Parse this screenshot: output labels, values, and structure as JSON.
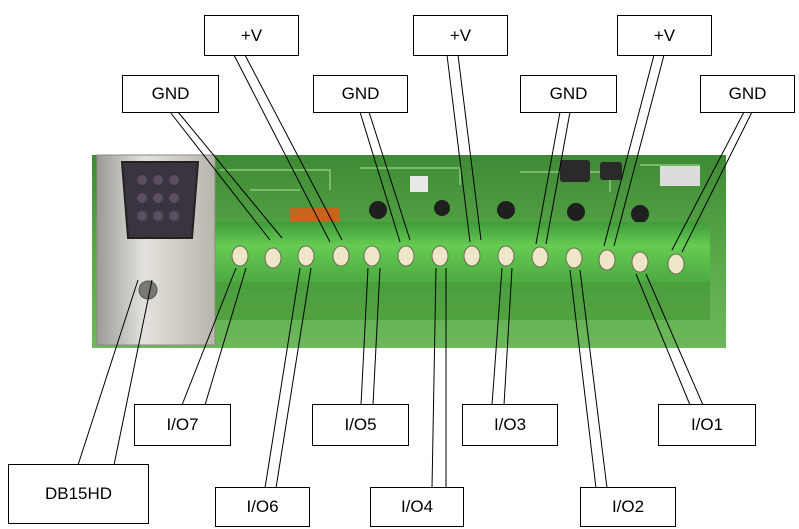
{
  "callouts": {
    "gnd_1": "GND",
    "vplus_1": "+V",
    "gnd_2": "GND",
    "vplus_2": "+V",
    "gnd_3": "GND",
    "vplus_3": "+V",
    "gnd_4": "GND",
    "io7": "I/O7",
    "io6": "I/O6",
    "io5": "I/O5",
    "io4": "I/O4",
    "io3": "I/O3",
    "io2": "I/O2",
    "io1": "I/O1",
    "db15hd": "DB15HD"
  },
  "colors": {
    "pcb": "#4f9f3e",
    "terminal_block": "#5ec24a",
    "connector_shell": "#d6d3cc",
    "pin": "#efe6c9",
    "leader": "#000000"
  }
}
